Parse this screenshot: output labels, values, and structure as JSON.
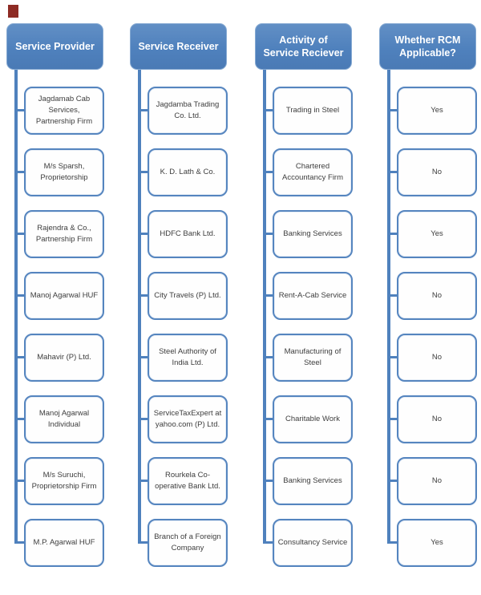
{
  "diagram": {
    "type": "smartart-hierarchy-list",
    "columns": [
      {
        "header": "Service Provider",
        "items": [
          "Jagdamab Cab Services, Partnership Firm",
          "M/s Sparsh, Proprietorship",
          "Rajendra & Co., Partnership Firm",
          "Manoj Agarwal HUF",
          "Mahavir (P) Ltd.",
          "Manoj Agarwal Individual",
          "M/s Suruchi, Proprietorship Firm",
          "M.P. Agarwal HUF"
        ]
      },
      {
        "header": "Service Receiver",
        "items": [
          "Jagdamba Trading Co. Ltd.",
          "K. D. Lath & Co.",
          "HDFC Bank Ltd.",
          "City Travels (P) Ltd.",
          "Steel Authority of India Ltd.",
          "ServiceTaxExpert at yahoo.com (P) Ltd.",
          "Rourkela Co-operative Bank Ltd.",
          "Branch of a Foreign Company"
        ]
      },
      {
        "header": "Activity of Service Reciever",
        "items": [
          "Trading in Steel",
          "Chartered Accountancy Firm",
          "Banking Services",
          "Rent-A-Cab Service",
          "Manufacturing of Steel",
          "Charitable Work",
          "Banking Services",
          "Consultancy Service"
        ]
      },
      {
        "header": "Whether RCM Applicable?",
        "items": [
          "Yes",
          "No",
          "Yes",
          "No",
          "No",
          "No",
          "No",
          "Yes"
        ]
      }
    ],
    "colors": {
      "accent_blue": "#4f81bd",
      "item_border_blue": "#5585bf",
      "header_text": "#ffffff",
      "item_text": "#3d3d3d",
      "marker_dark_red": "#8e2b24"
    }
  }
}
